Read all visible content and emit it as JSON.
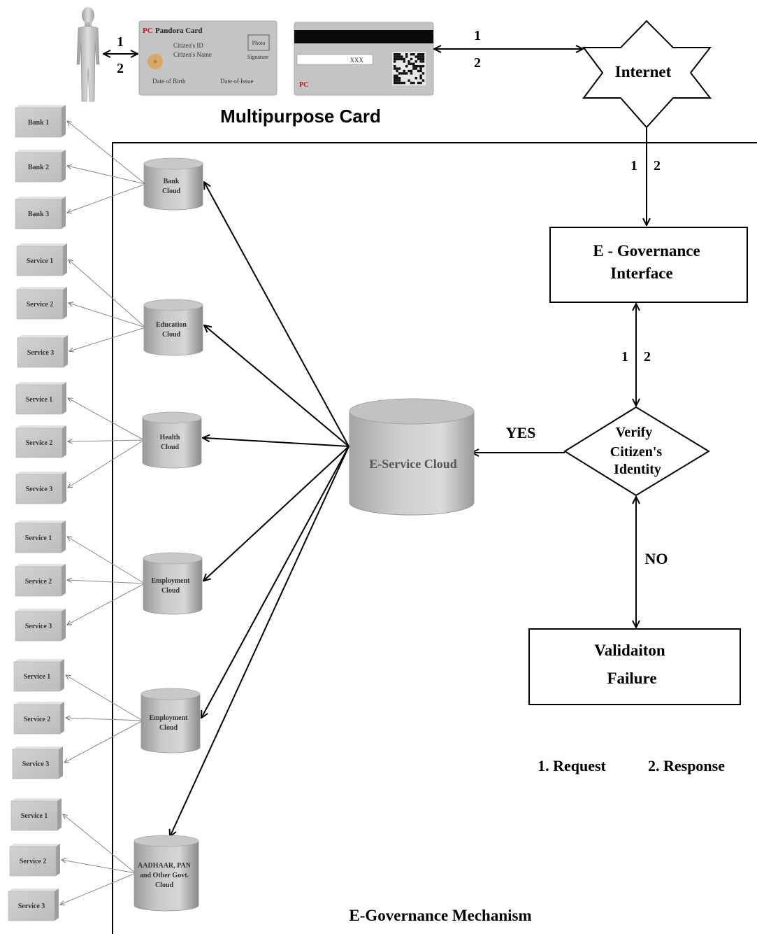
{
  "card": {
    "brand": "PC",
    "title": "Pandora Card",
    "citizen_id": "Citizen's ID",
    "citizen_name": "Citizen's Name",
    "photo": "Photo",
    "signature": "Signature",
    "dob": "Date of Birth",
    "doi": "Date of Issue",
    "back_code": "XXX",
    "back_brand": "PC",
    "caption": "Multipurpose Card"
  },
  "internet": "Internet",
  "egov_interface": [
    "E - Governance",
    "Interface"
  ],
  "verify": [
    "Verify",
    "Citizen's",
    "Identity"
  ],
  "validation_failure": [
    "Validaiton",
    "Failure"
  ],
  "eservice_cloud": "E-Service  Cloud",
  "labels": {
    "one": "1",
    "two": "2",
    "yes": "YES",
    "no": "NO",
    "request": "1. Request",
    "response": "2. Response",
    "mechanism": "E-Governance Mechanism"
  },
  "clouds": [
    {
      "lines": [
        "Bank",
        "Cloud"
      ],
      "items": [
        "Bank 1",
        "Bank 2",
        "Bank 3"
      ]
    },
    {
      "lines": [
        "Education",
        "Cloud"
      ],
      "items": [
        "Service 1",
        "Service 2",
        "Service 3"
      ]
    },
    {
      "lines": [
        "Health",
        "Cloud"
      ],
      "items": [
        "Service 1",
        "Service 2",
        "Service 3"
      ]
    },
    {
      "lines": [
        "Employment",
        "Cloud"
      ],
      "items": [
        "Service 1",
        "Service 2",
        "Service 3"
      ]
    },
    {
      "lines": [
        "Employment",
        "Cloud"
      ],
      "items": [
        "Service 1",
        "Service 2",
        "Service 3"
      ]
    },
    {
      "lines": [
        "AADHAAR, PAN",
        "and Other Govt.",
        "Cloud"
      ],
      "items": [
        "Service 1",
        "Service 2",
        "Service 3"
      ]
    }
  ]
}
